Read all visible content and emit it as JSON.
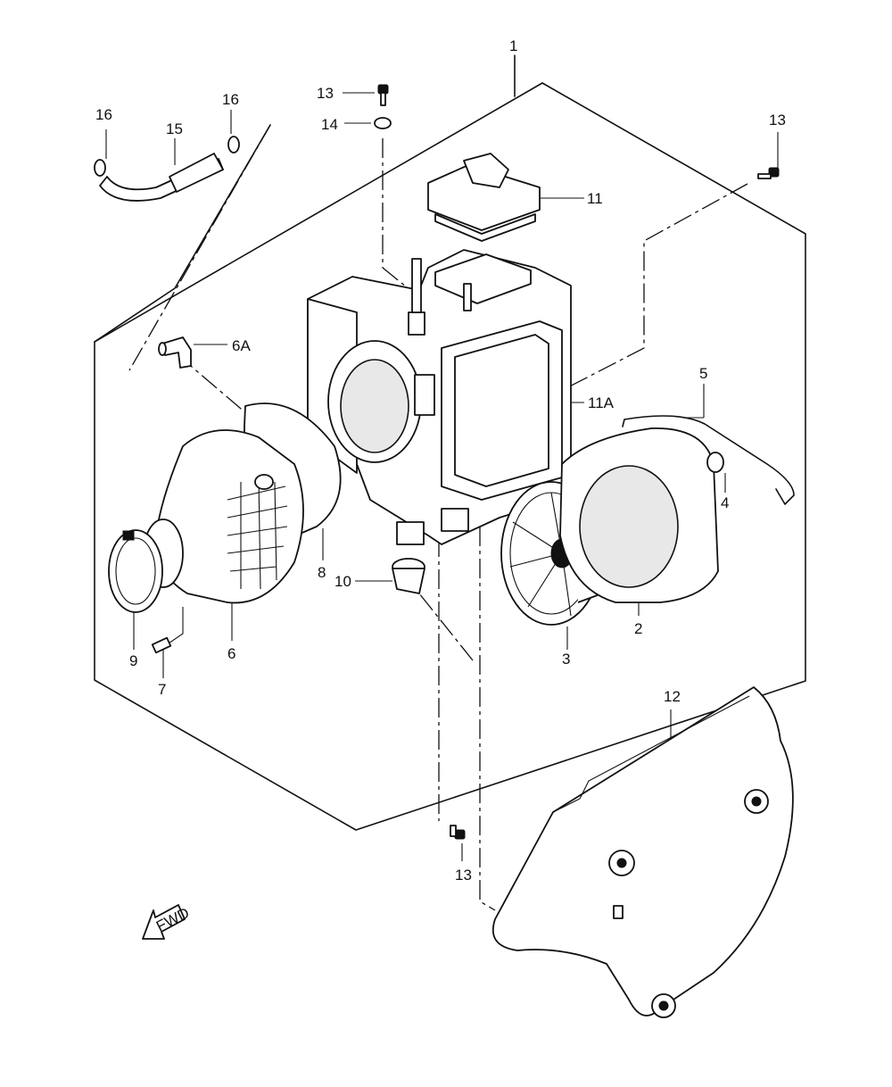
{
  "callouts": [
    {
      "id": "c1",
      "label": "1"
    },
    {
      "id": "c2",
      "label": "2"
    },
    {
      "id": "c3",
      "label": "3"
    },
    {
      "id": "c4",
      "label": "4"
    },
    {
      "id": "c5",
      "label": "5"
    },
    {
      "id": "c6",
      "label": "6"
    },
    {
      "id": "c6a",
      "label": "6A"
    },
    {
      "id": "c7",
      "label": "7"
    },
    {
      "id": "c8",
      "label": "8"
    },
    {
      "id": "c9",
      "label": "9"
    },
    {
      "id": "c10",
      "label": "10"
    },
    {
      "id": "c11",
      "label": "11"
    },
    {
      "id": "c11a",
      "label": "11A"
    },
    {
      "id": "c12",
      "label": "12"
    },
    {
      "id": "c13a",
      "label": "13"
    },
    {
      "id": "c13b",
      "label": "13"
    },
    {
      "id": "c13c",
      "label": "13"
    },
    {
      "id": "c14",
      "label": "14"
    },
    {
      "id": "c15",
      "label": "15"
    },
    {
      "id": "c16a",
      "label": "16"
    },
    {
      "id": "c16b",
      "label": "16"
    }
  ],
  "direction_arrow": {
    "label": "FWD"
  }
}
